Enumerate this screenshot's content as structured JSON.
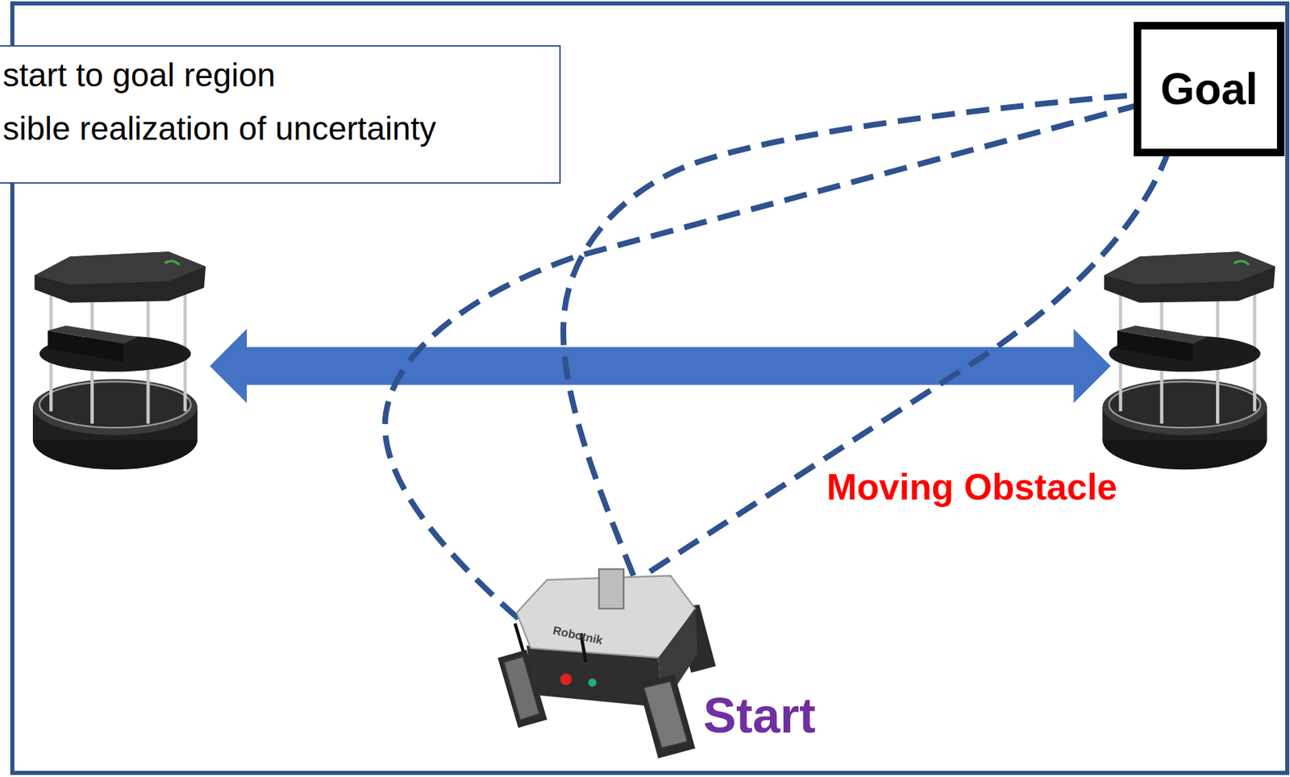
{
  "diagram": {
    "nodes": [
      {
        "text": [
          "start to goal region",
          "sible realization of uncertainty"
        ]
      },
      {
        "text": [
          "Goal"
        ]
      }
    ],
    "labels": [
      "Moving Obstacle",
      "Start",
      "Robotnik"
    ]
  }
}
